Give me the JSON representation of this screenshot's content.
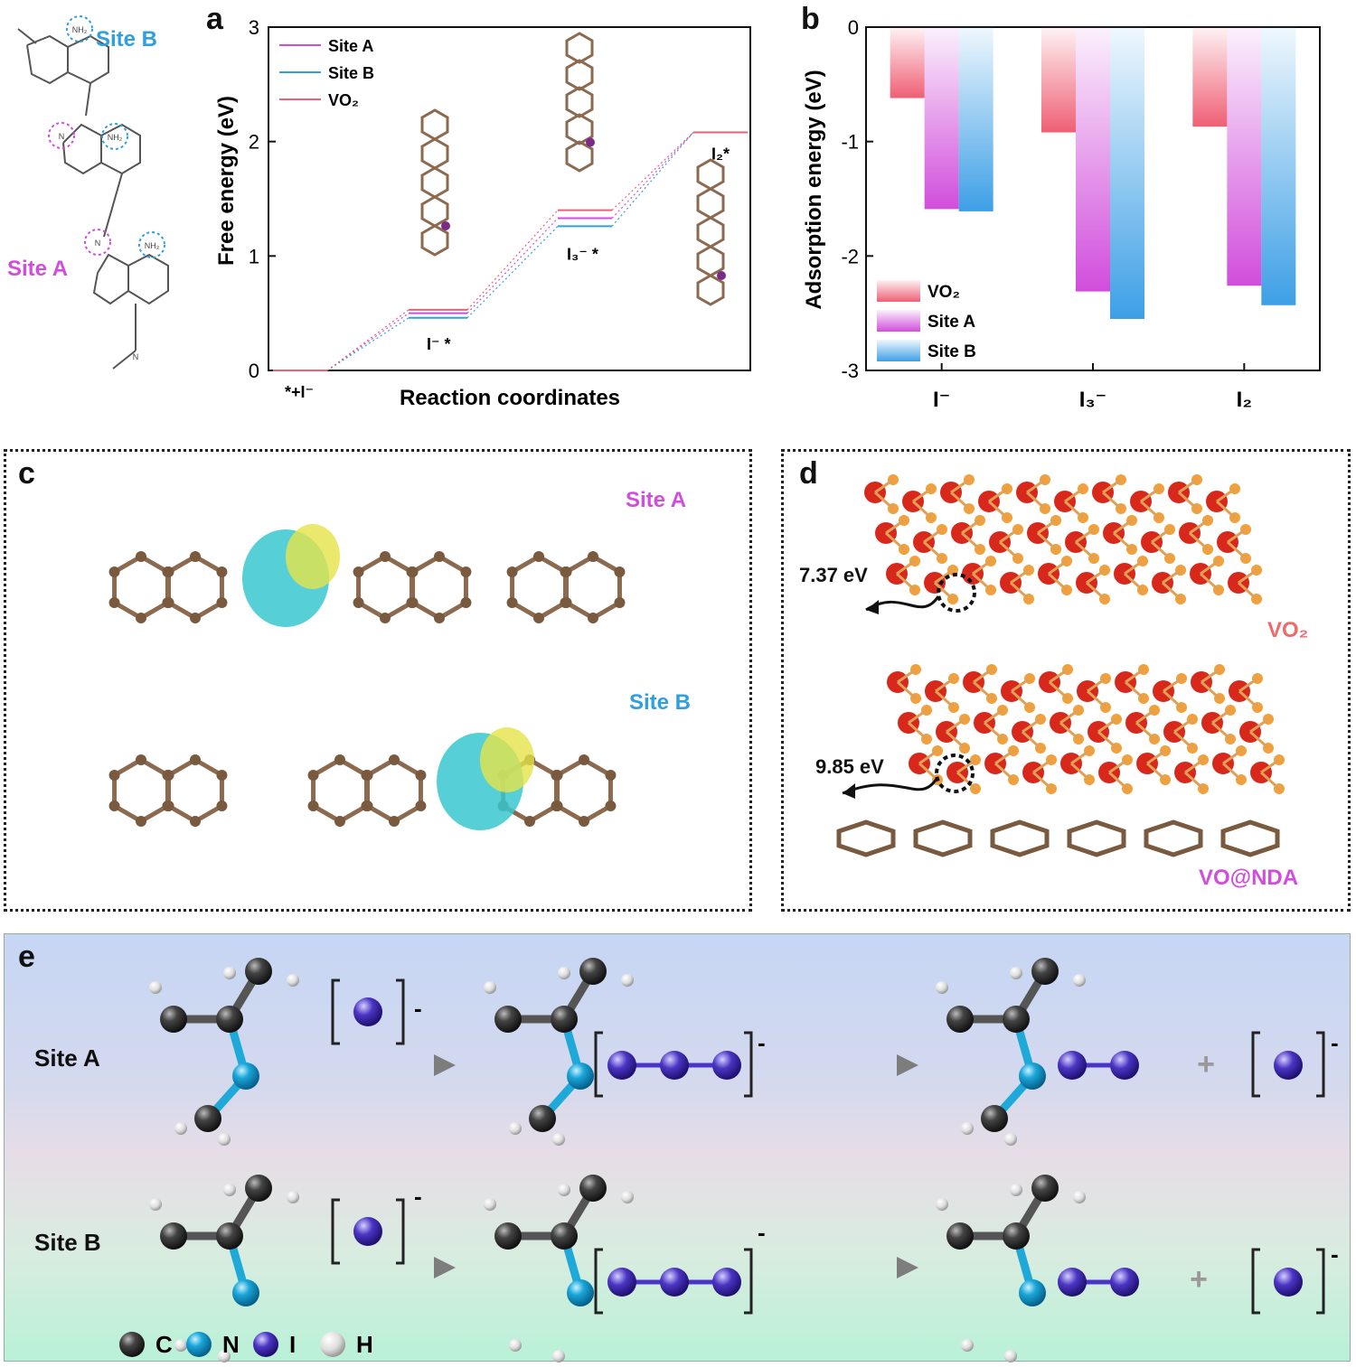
{
  "panels": {
    "a": "a",
    "b": "b",
    "c": "c",
    "d": "d",
    "e": "e"
  },
  "structure": {
    "site_a": "Site A",
    "site_b": "Site B",
    "nh2": "NH₂",
    "n": "N"
  },
  "chart_data": [
    {
      "type": "line",
      "panel": "a",
      "ylabel": "Free energy (eV)",
      "xlabel": "Reaction coordinates",
      "ylim": [
        0,
        3
      ],
      "yticks": [
        "0",
        "1",
        "2",
        "3"
      ],
      "legend_position": "top-left",
      "states": [
        "*+I⁻",
        "I⁻ *",
        "I₃⁻ *",
        "I₂*"
      ],
      "series": [
        {
          "name": "Site A",
          "color": "#d14ddc",
          "values": [
            0,
            0.5,
            1.33,
            2.08
          ]
        },
        {
          "name": "Site B",
          "color": "#2fa0de",
          "values": [
            0,
            0.46,
            1.26,
            2.08
          ]
        },
        {
          "name": "VO₂",
          "color": "#ef5f74",
          "values": [
            0,
            0.53,
            1.4,
            2.08
          ]
        }
      ]
    },
    {
      "type": "bar",
      "panel": "b",
      "ylabel": "Adsorption energy (eV)",
      "ylim": [
        -3,
        0
      ],
      "yticks": [
        "0",
        "-1",
        "-2",
        "-3"
      ],
      "legend_position": "bottom-left",
      "categories": [
        "I⁻",
        "I₃⁻",
        "I₂"
      ],
      "series": [
        {
          "name": "VO₂",
          "color": "#ef5f74",
          "values": [
            -0.62,
            -0.92,
            -0.87
          ]
        },
        {
          "name": "Site A",
          "color": "#d14ddc",
          "values": [
            -1.59,
            -2.31,
            -2.26
          ]
        },
        {
          "name": "Site B",
          "color": "#3d9fe6",
          "values": [
            -1.61,
            -2.55,
            -2.43
          ]
        }
      ]
    }
  ],
  "panel_c": {
    "site_a": "Site A",
    "site_b": "Site B"
  },
  "panel_d": {
    "energy_top": "7.37 eV",
    "energy_bottom": "9.85 eV",
    "label_top": "VO₂",
    "label_bottom": "VO@NDA"
  },
  "panel_e": {
    "row_a": "Site A",
    "row_b": "Site B",
    "charge": "-",
    "plus": "+",
    "legend": [
      {
        "symbol": "C",
        "color": "#3a3a3a"
      },
      {
        "symbol": "N",
        "color": "#1ea9d8"
      },
      {
        "symbol": "I",
        "color": "#4b35c4"
      },
      {
        "symbol": "H",
        "color": "#e8e8e8"
      }
    ]
  }
}
